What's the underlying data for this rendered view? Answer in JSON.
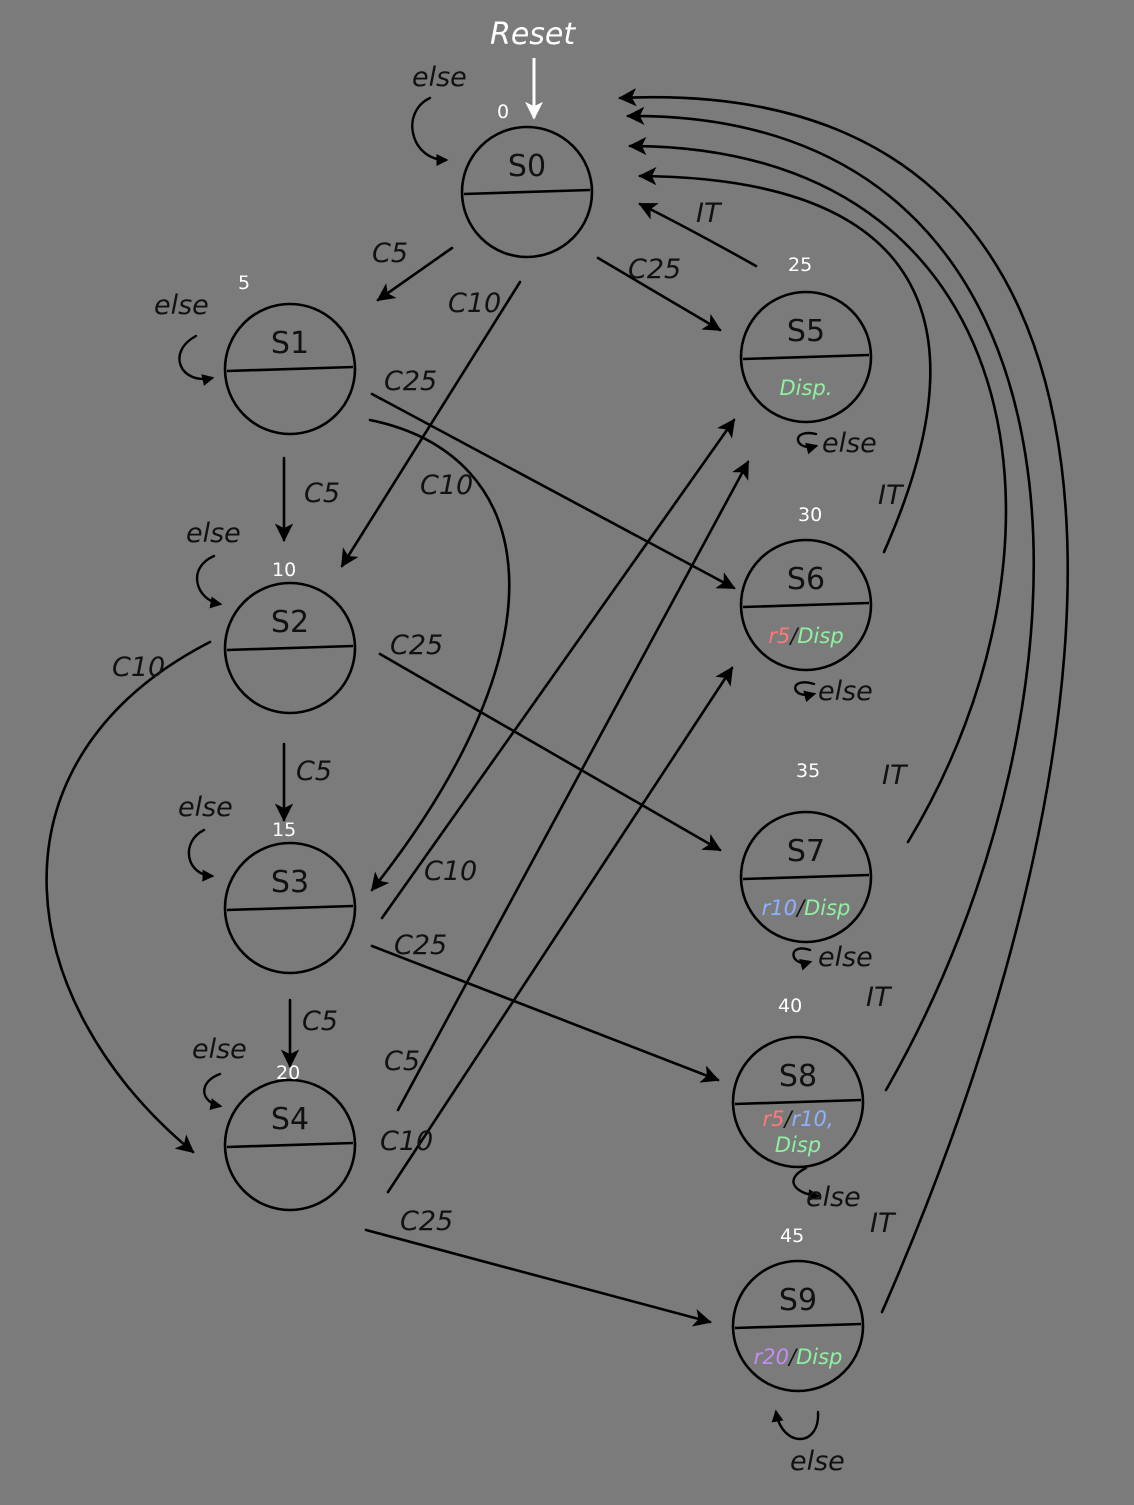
{
  "colors": {
    "background": "#7b7b7b",
    "line": "#000000",
    "value_text": "#ffffff",
    "disp": "#8ef0a0",
    "r5": "#ff7878",
    "r10": "#8fb0ff",
    "r20": "#c28cf2"
  },
  "reset_label": "Reset",
  "states": [
    {
      "id": "S0",
      "name": "S0",
      "value": "0",
      "outputs": []
    },
    {
      "id": "S1",
      "name": "S1",
      "value": "5",
      "outputs": []
    },
    {
      "id": "S2",
      "name": "S2",
      "value": "10",
      "outputs": []
    },
    {
      "id": "S3",
      "name": "S3",
      "value": "15",
      "outputs": []
    },
    {
      "id": "S4",
      "name": "S4",
      "value": "20",
      "outputs": []
    },
    {
      "id": "S5",
      "name": "S5",
      "value": "25",
      "outputs": [
        {
          "text": "Disp.",
          "color": "disp"
        }
      ]
    },
    {
      "id": "S6",
      "name": "S6",
      "value": "30",
      "outputs": [
        {
          "text": "r5",
          "color": "r5"
        },
        {
          "text": "/",
          "color": "ink"
        },
        {
          "text": "Disp",
          "color": "disp"
        }
      ]
    },
    {
      "id": "S7",
      "name": "S7",
      "value": "35",
      "outputs": [
        {
          "text": "r10",
          "color": "r10"
        },
        {
          "text": "/",
          "color": "ink"
        },
        {
          "text": "Disp",
          "color": "disp"
        }
      ]
    },
    {
      "id": "S8",
      "name": "S8",
      "value": "40",
      "outputs": [
        {
          "text": "r5",
          "color": "r5"
        },
        {
          "text": "/",
          "color": "ink"
        },
        {
          "text": "r10,",
          "color": "r10"
        },
        {
          "text": "Disp",
          "color": "disp"
        }
      ]
    },
    {
      "id": "S9",
      "name": "S9",
      "value": "45",
      "outputs": [
        {
          "text": "r20",
          "color": "r20"
        },
        {
          "text": "/",
          "color": "ink"
        },
        {
          "text": "Disp",
          "color": "disp"
        }
      ]
    }
  ],
  "edges": [
    {
      "id": "e-s0-s1",
      "from": "S0",
      "to": "S1",
      "label": "C5"
    },
    {
      "id": "e-s0-s2",
      "from": "S0",
      "to": "S2",
      "label": "C10"
    },
    {
      "id": "e-s0-s5",
      "from": "S0",
      "to": "S5",
      "label": "C25"
    },
    {
      "id": "e-s1-s2",
      "from": "S1",
      "to": "S2",
      "label": "C5"
    },
    {
      "id": "e-s1-s3",
      "from": "S1",
      "to": "S3",
      "label": "C10"
    },
    {
      "id": "e-s1-s6",
      "from": "S1",
      "to": "S6",
      "label": "C25"
    },
    {
      "id": "e-s2-s3",
      "from": "S2",
      "to": "S3",
      "label": "C5"
    },
    {
      "id": "e-s2-s4",
      "from": "S2",
      "to": "S4",
      "label": "C10"
    },
    {
      "id": "e-s2-s7",
      "from": "S2",
      "to": "S7",
      "label": "C25"
    },
    {
      "id": "e-s3-s4",
      "from": "S3",
      "to": "S4",
      "label": "C5"
    },
    {
      "id": "e-s3-s5",
      "from": "S3",
      "to": "S5",
      "label": "C10"
    },
    {
      "id": "e-s3-s8",
      "from": "S3",
      "to": "S8",
      "label": "C25"
    },
    {
      "id": "e-s4-s5",
      "from": "S4",
      "to": "S5",
      "label": "C5"
    },
    {
      "id": "e-s4-s6",
      "from": "S4",
      "to": "S6",
      "label": "C10"
    },
    {
      "id": "e-s4-s9",
      "from": "S4",
      "to": "S9",
      "label": "C25"
    },
    {
      "id": "e-s5-s0",
      "from": "S5",
      "to": "S0",
      "label": "IT"
    },
    {
      "id": "e-s6-s0",
      "from": "S6",
      "to": "S0",
      "label": "IT"
    },
    {
      "id": "e-s7-s0",
      "from": "S7",
      "to": "S0",
      "label": "IT"
    },
    {
      "id": "e-s8-s0",
      "from": "S8",
      "to": "S0",
      "label": "IT"
    },
    {
      "id": "e-s9-s0",
      "from": "S9",
      "to": "S0",
      "label": "IT"
    }
  ],
  "self_loops": [
    {
      "state": "S0",
      "label": "else"
    },
    {
      "state": "S1",
      "label": "else"
    },
    {
      "state": "S2",
      "label": "else"
    },
    {
      "state": "S3",
      "label": "else"
    },
    {
      "state": "S4",
      "label": "else"
    },
    {
      "state": "S5",
      "label": "else"
    },
    {
      "state": "S6",
      "label": "else"
    },
    {
      "state": "S7",
      "label": "else"
    },
    {
      "state": "S8",
      "label": "else"
    },
    {
      "state": "S9",
      "label": "else"
    }
  ]
}
